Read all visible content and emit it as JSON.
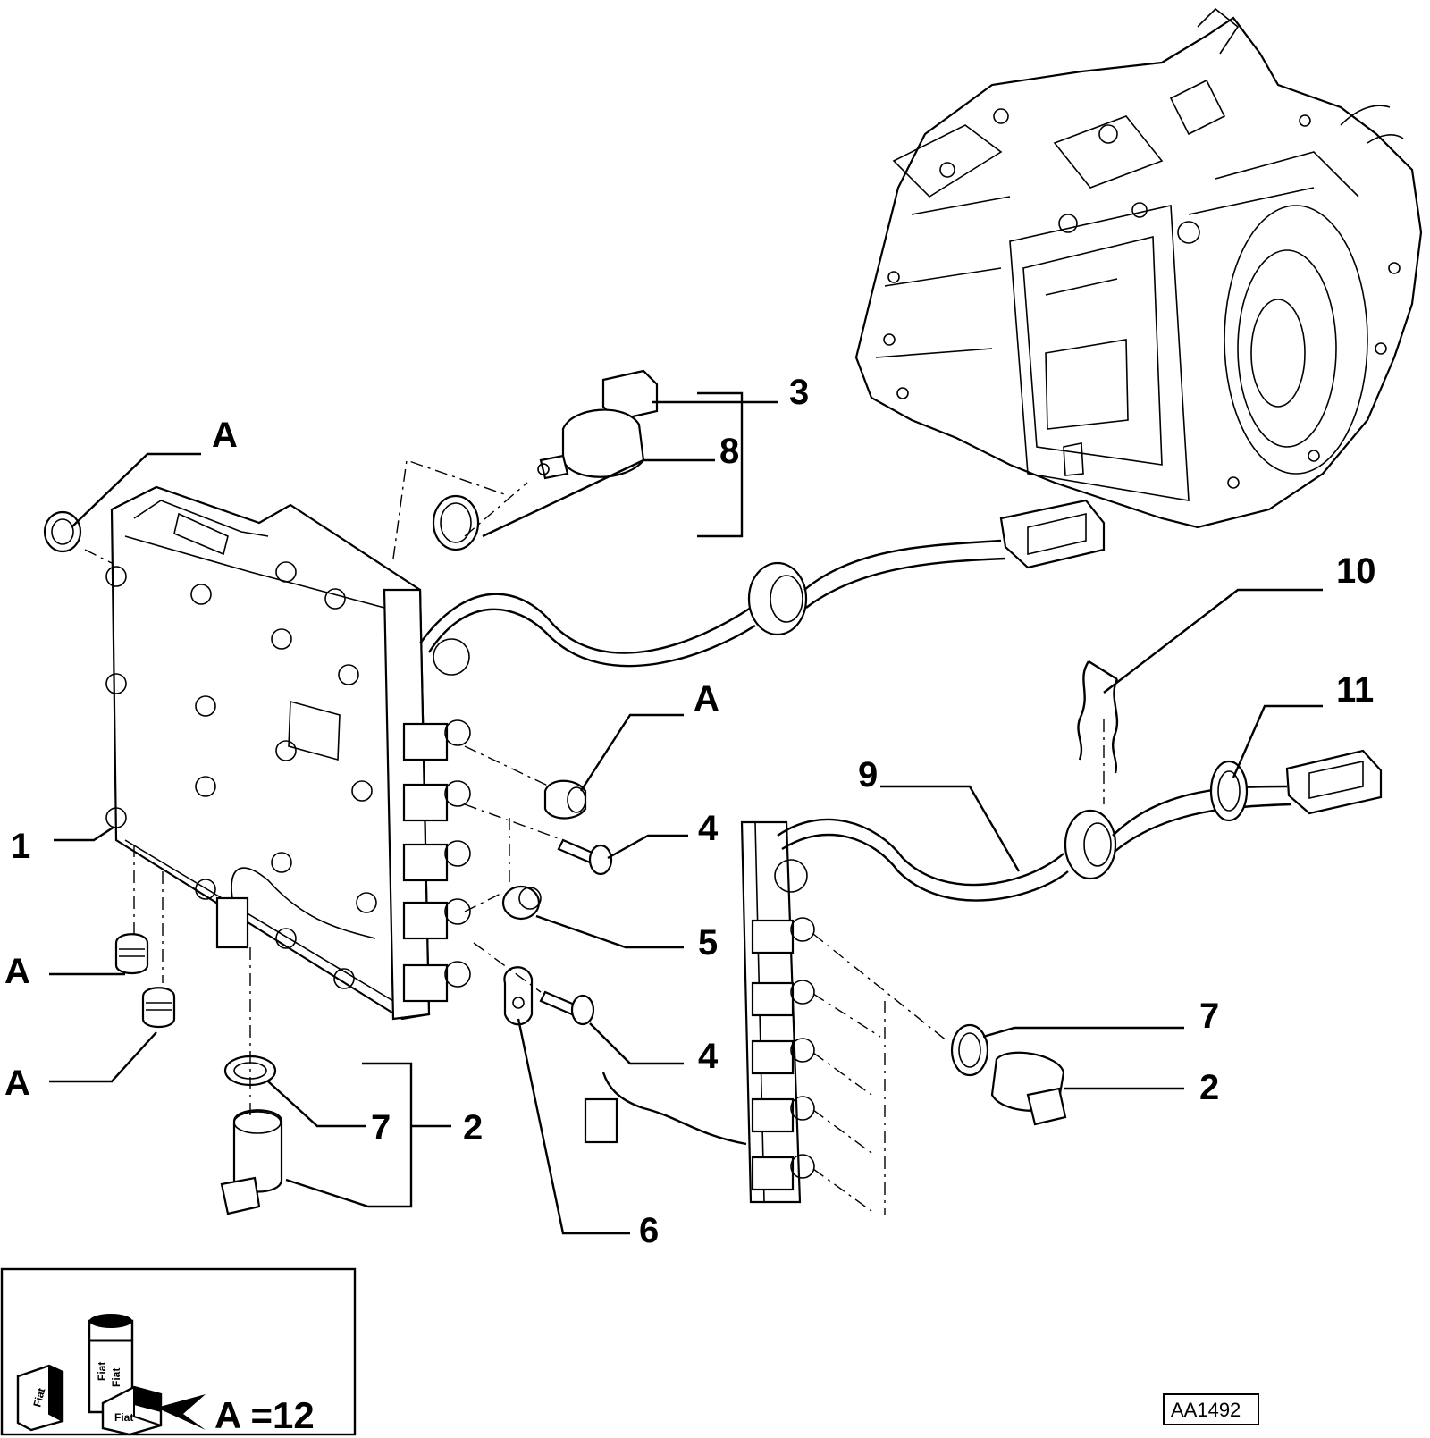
{
  "diagram": {
    "labels": {
      "l1": "1",
      "l2a": "2",
      "l2b": "2",
      "l3": "3",
      "l4a": "4",
      "l4b": "4",
      "l5": "5",
      "l6": "6",
      "l7a": "7",
      "l7b": "7",
      "l8": "8",
      "l9": "9",
      "l10": "10",
      "l11": "11",
      "la1": "A",
      "la2": "A",
      "la3": "A",
      "la4": "A"
    },
    "legend": {
      "value": "A =12",
      "can_text_1": "Fiat",
      "can_text_2": "Fiat",
      "box_text_1": "Fiat",
      "box_text_2": "Fiat"
    },
    "reference_code": "AA1492"
  }
}
